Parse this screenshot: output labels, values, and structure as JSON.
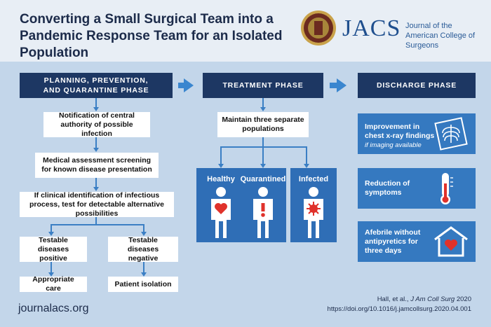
{
  "header": {
    "title": "Converting a Small Surgical Team into a Pandemic Response Team for an Isolated Population",
    "brand": "JACS",
    "brand_line1": "Journal of the",
    "brand_line2": "American College of Surgeons"
  },
  "phases": {
    "planning": "PLANNING, PREVENTION, AND QUARANTINE PHASE",
    "treatment": "TREATMENT PHASE",
    "discharge": "DISCHARGE PHASE"
  },
  "planning_steps": {
    "notify": "Notification of central authority of possible infection",
    "screen": "Medical assessment screening for known disease presentation",
    "test": "If clinical identification of infectious process, test for detectable alternative possibilities",
    "positive": "Testable diseases positive",
    "negative": "Testable diseases negative",
    "care": "Appropriate care",
    "isolation": "Patient isolation"
  },
  "treatment": {
    "maintain": "Maintain three separate populations",
    "populations": [
      "Healthy",
      "Quarantined",
      "Infected"
    ]
  },
  "discharge_criteria": [
    {
      "text": "Improvement in chest x-ray findings",
      "note": "if imaging available",
      "icon": "chest-xray-icon"
    },
    {
      "text": "Reduction of symptoms",
      "note": "",
      "icon": "thermometer-icon"
    },
    {
      "text": "Afebrile without antipyretics for three days",
      "note": "",
      "icon": "home-heart-icon"
    }
  ],
  "footer": {
    "site": "journalacs.org",
    "citation_author": "Hall, et al., ",
    "citation_journal": "J Am Coll Surg",
    "citation_year": " 2020",
    "doi": "https://doi.org/10.1016/j.jamcollsurg.2020.04.001"
  },
  "colors": {
    "navy": "#1d3763",
    "blue": "#3579c0",
    "background": "#c3d6ea",
    "heart": "#e0322b"
  }
}
